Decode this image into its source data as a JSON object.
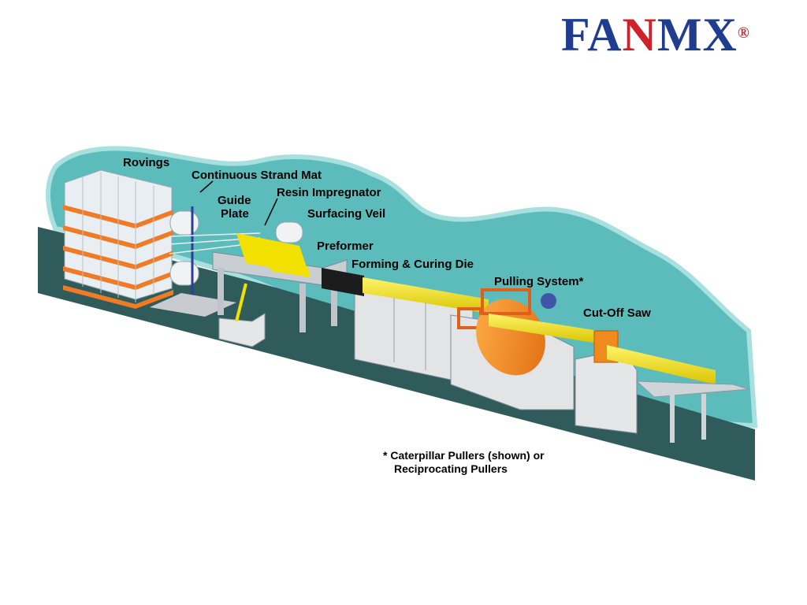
{
  "logo": {
    "part1": "FA",
    "part2": "N",
    "part3": "MX",
    "registered": "®"
  },
  "colors": {
    "teal": "#5cbcbc",
    "floor": "#2f5c5a",
    "yellow": "#f2e000",
    "orange": "#f08a1c",
    "machine": "#d7d9dc"
  },
  "labels": {
    "rovings": "Rovings",
    "continuous_strand_mat": "Continuous Strand Mat",
    "guide_plate_1": "Guide",
    "guide_plate_2": "Plate",
    "resin_impregnator": "Resin Impregnator",
    "surfacing_veil": "Surfacing Veil",
    "preformer": "Preformer",
    "forming_curing_die": "Forming & Curing Die",
    "pulling_system": "Pulling System*",
    "cut_off_saw": "Cut-Off Saw"
  },
  "footnote": {
    "line1": "* Caterpillar Pullers (shown) or",
    "line2": "Reciprocating Pullers"
  }
}
